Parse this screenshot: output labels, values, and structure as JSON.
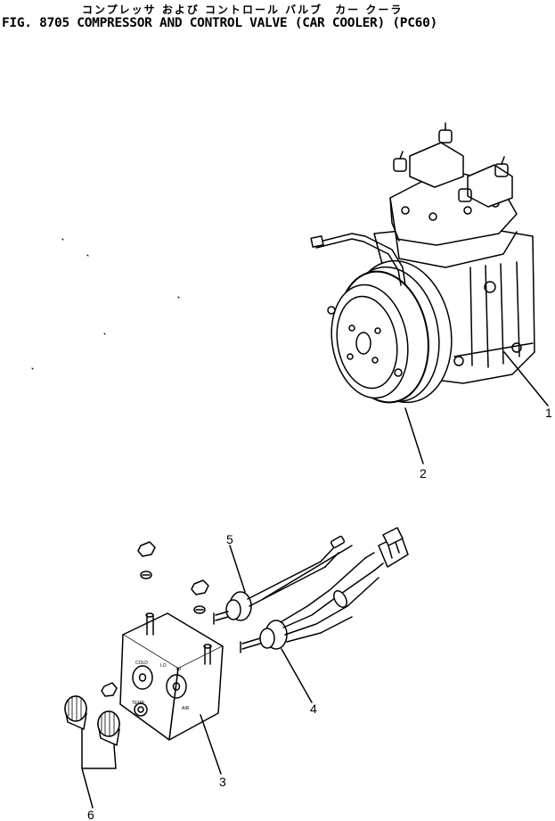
{
  "header": {
    "title_jp": "コンプレッサ および コントロール バルブ　カー クーラ",
    "title_en": "FIG. 8705  COMPRESSOR AND CONTROL VALVE (CAR COOLER) (PC60)"
  },
  "callouts": [
    "1",
    "2",
    "3",
    "4",
    "5",
    "6"
  ],
  "panel_labels": {
    "cold": "COLD",
    "temp": "TEMP",
    "lo": "LO",
    "hi": "HI",
    "air": "AIR"
  }
}
